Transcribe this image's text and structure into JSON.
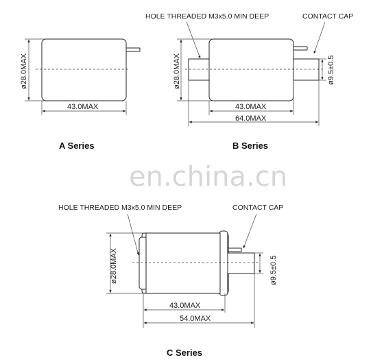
{
  "watermark": "en.china.cn",
  "a_series": {
    "caption": "A Series",
    "dia": "ø28.0MAX",
    "length": "43.0MAX"
  },
  "b_series": {
    "caption": "B Series",
    "hole_label": "HOLE THREADED M3x5.0 MIN DEEP",
    "cap_label": "CONTACT CAP",
    "dia": "ø28.0MAX",
    "cap_dia": "ø9.5±0.5",
    "length": "43.0MAX",
    "overall": "64.0MAX"
  },
  "c_series": {
    "caption": "C Series",
    "hole_label": "HOLE THREADED M3x5.0 MIN DEEP",
    "cap_label": "CONTACT CAP",
    "dia": "ø28.0MAX",
    "cap_dia": "ø9.5±0.5",
    "length": "43.0MAX",
    "overall": "54.0MAX"
  }
}
